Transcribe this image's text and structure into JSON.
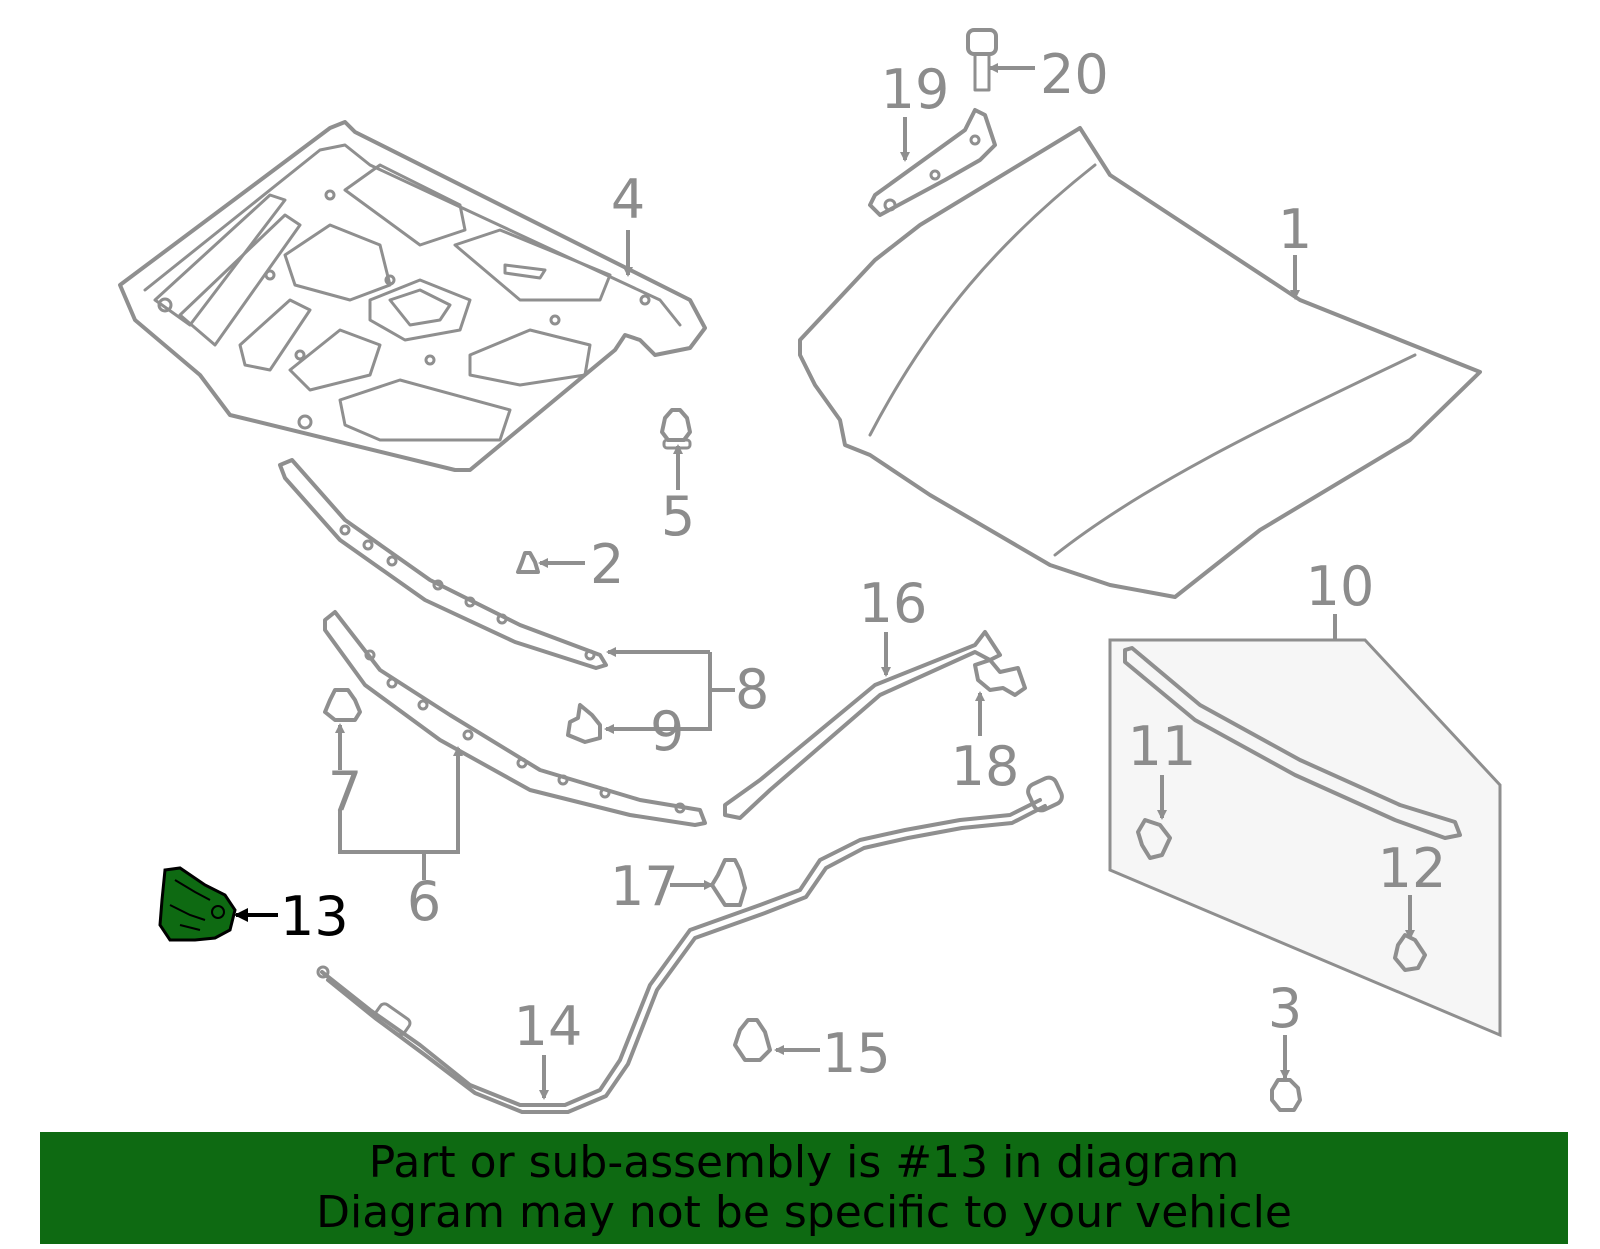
{
  "highlighted_part": "13",
  "callouts": {
    "p1": "1",
    "p2": "2",
    "p3": "3",
    "p4": "4",
    "p5": "5",
    "p6": "6",
    "p7": "7",
    "p8": "8",
    "p9": "9",
    "p10": "10",
    "p11": "11",
    "p12": "12",
    "p13": "13",
    "p14": "14",
    "p15": "15",
    "p16": "16",
    "p17": "17",
    "p18": "18",
    "p19": "19",
    "p20": "20"
  },
  "footer": {
    "line1": "Part or sub-assembly is #13 in diagram",
    "line2": "Diagram may not be specific to your vehicle"
  },
  "colors": {
    "highlight": "#0e6a12",
    "lines": "#8f8f8f",
    "labels": "#8c8c8c"
  }
}
